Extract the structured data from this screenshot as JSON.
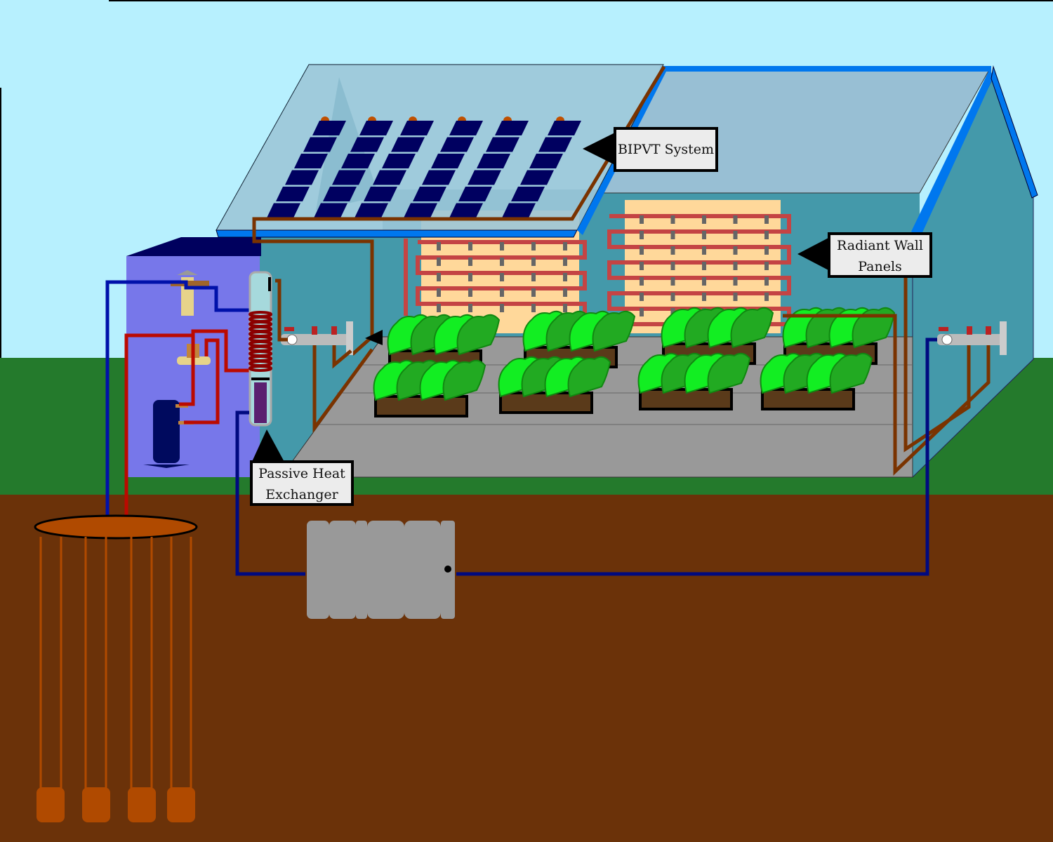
{
  "labels": {
    "bipvt": "BIPVT System",
    "radiant_line1": "Radiant Wall",
    "radiant_line2": "Panels",
    "phe_line1": "Passive Heat",
    "phe_line2": "Exchanger"
  },
  "colors": {
    "sky": "#b7f0fe",
    "grass": "#247a2c",
    "ground": "#6b3209",
    "greenhouse_wall": "#4499aa",
    "roof_glass": "#9cc6d8",
    "pv_panel": "#000060",
    "cold_pipe": "#0011aa",
    "hot_pipe": "#bb0a00",
    "water_pipe": "#7a3300",
    "utility_room": "#7777ea",
    "plant": "#12ee22"
  },
  "pv_array": {
    "columns": 6,
    "panels_per_column": 6
  },
  "planters": {
    "count": 8
  }
}
